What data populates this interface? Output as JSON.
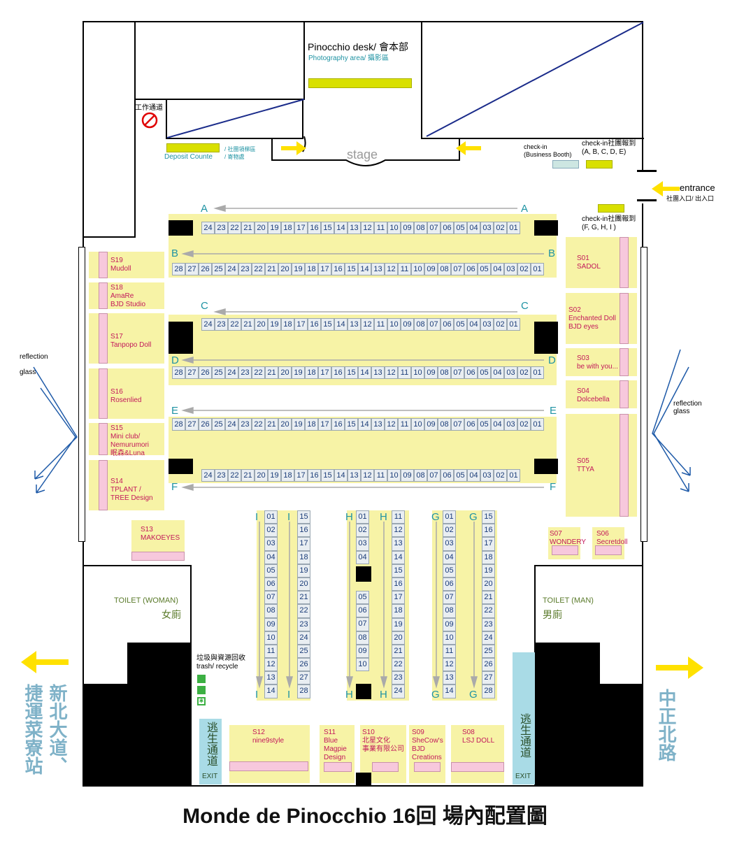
{
  "title": "Monde de Pinocchio 16回 場內配置圖",
  "pinocchio_desk": "Pinocchio desk/ 會本部",
  "photography_area": "Photography area/ 攝影區",
  "staff_passage": "工作通道",
  "deposit_counter": "Deposit Counte",
  "deposit_counter_zh": "/ 社團領梯區\n/ 寄物處",
  "stage": "stage",
  "checkin_business": "check-in\n(Business Booth)",
  "checkin_abcde": "check-in社團報到\n(A, B, C, D, E)",
  "checkin_fghi": "check-in社團報到\n(F, G, H, I )",
  "entrance": "entrance",
  "entrance_zh": "社團入口/ 出入口",
  "reflection_glass_left": "reflection\n\nglass",
  "reflection_glass_right": "reflection\nglass",
  "toilet_woman": "TOILET (WOMAN)",
  "toilet_woman_zh": "女廁",
  "toilet_man": "TOILET (MAN)",
  "toilet_man_zh": "男廁",
  "trash": "垃圾與資源回收\ntrash/ recycle",
  "escape_route": "逃生通道",
  "exit": "EXIT",
  "left_station": "捷運菜寮站",
  "left_road": "新北大道、",
  "right_road": "中正北路",
  "colors": {
    "teal": "#1f93a3",
    "booth_bg": "#f7f3a6",
    "label_red": "#c2185b",
    "arrow_yellow": "#ffe100",
    "route_blue": "#87c9d6"
  },
  "rows": {
    "A": [
      "24",
      "23",
      "22",
      "21",
      "20",
      "19",
      "18",
      "17",
      "16",
      "15",
      "14",
      "13",
      "12",
      "11",
      "10",
      "09",
      "08",
      "07",
      "06",
      "05",
      "04",
      "03",
      "02",
      "01"
    ],
    "B": [
      "28",
      "27",
      "26",
      "25",
      "24",
      "23",
      "22",
      "21",
      "20",
      "19",
      "18",
      "17",
      "16",
      "15",
      "14",
      "13",
      "12",
      "11",
      "10",
      "09",
      "08",
      "07",
      "06",
      "05",
      "04",
      "03",
      "02",
      "01"
    ],
    "C": [
      "24",
      "23",
      "22",
      "21",
      "20",
      "19",
      "18",
      "17",
      "16",
      "15",
      "14",
      "13",
      "12",
      "11",
      "10",
      "09",
      "08",
      "07",
      "06",
      "05",
      "04",
      "03",
      "02",
      "01"
    ],
    "D": [
      "28",
      "27",
      "26",
      "25",
      "24",
      "23",
      "22",
      "21",
      "20",
      "19",
      "18",
      "17",
      "16",
      "15",
      "14",
      "13",
      "12",
      "11",
      "10",
      "09",
      "08",
      "07",
      "06",
      "05",
      "04",
      "03",
      "02",
      "01"
    ],
    "E": [
      "28",
      "27",
      "26",
      "25",
      "24",
      "23",
      "22",
      "21",
      "20",
      "19",
      "18",
      "17",
      "16",
      "15",
      "14",
      "13",
      "12",
      "11",
      "10",
      "09",
      "08",
      "07",
      "06",
      "05",
      "04",
      "03",
      "02",
      "01"
    ],
    "F": [
      "24",
      "23",
      "22",
      "21",
      "20",
      "19",
      "18",
      "17",
      "16",
      "15",
      "14",
      "13",
      "12",
      "11",
      "10",
      "09",
      "08",
      "07",
      "06",
      "05",
      "04",
      "03",
      "02",
      "01"
    ]
  },
  "columns": {
    "I_left": [
      "01",
      "02",
      "03",
      "04",
      "05",
      "06",
      "07",
      "08",
      "09",
      "10",
      "11",
      "12",
      "13",
      "14"
    ],
    "I_right": [
      "15",
      "16",
      "17",
      "18",
      "19",
      "20",
      "21",
      "22",
      "23",
      "24",
      "25",
      "26",
      "27",
      "28"
    ],
    "H_left_top": [
      "01",
      "02",
      "03",
      "04"
    ],
    "H_left_bottom": [
      "05",
      "06",
      "07",
      "08",
      "09",
      "10"
    ],
    "H_right": [
      "11",
      "12",
      "13",
      "14",
      "15",
      "16",
      "17",
      "18",
      "19",
      "20",
      "21",
      "22",
      "23",
      "24"
    ],
    "G_left": [
      "01",
      "02",
      "03",
      "04",
      "05",
      "06",
      "07",
      "08",
      "09",
      "10",
      "11",
      "12",
      "13",
      "14"
    ],
    "G_right": [
      "15",
      "16",
      "17",
      "18",
      "19",
      "20",
      "21",
      "22",
      "23",
      "24",
      "25",
      "26",
      "27",
      "28"
    ]
  },
  "special_booths": {
    "S01": "S01\nSADOL",
    "S02": "S02\nEnchanted Doll\nBJD eyes",
    "S03": "S03\nbe with you...",
    "S04": "S04\nDolcebella",
    "S05": "S05\nTTYA",
    "S06": "S06\nSecretdoll",
    "S07": "S07\nWONDERY",
    "S08": "S08\nLSJ DOLL",
    "S09": "S09\nSheCow's\nBJD\nCreations",
    "S10": "S10\n北星文化\n事業有限公司",
    "S11": "S11\nBlue\nMagpie\nDesign",
    "S12": "S12\nnine9style",
    "S13": "S13\nMAKOEYES",
    "S14": "S14\nTPLANT /\nTREE Design",
    "S15": "S15\nMini club/\nNemurumori\n眠森&Luna",
    "S16": "S16\nRosenlied",
    "S17": "S17\nTanpopo Doll",
    "S18": "S18\nAmaRe\nBJD Studio",
    "S19": "S19\nMudoll"
  }
}
